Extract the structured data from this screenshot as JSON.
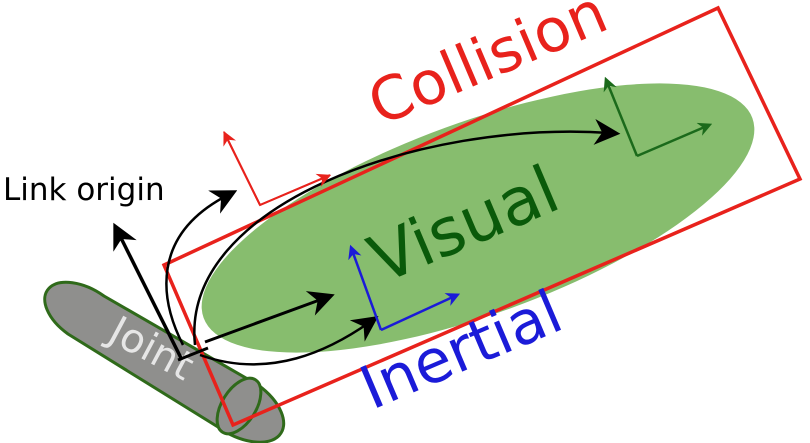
{
  "labels": {
    "collision": "Collision",
    "visual": "Visual",
    "inertial": "Inertial",
    "joint": "Joint",
    "link_origin": "Link origin"
  },
  "colors": {
    "collision": "#e8221c",
    "visual_fill": "#87bd6e",
    "visual_frame": "#1b6a1b",
    "visual_text": "#0a5a0a",
    "inertial": "#1b1bd8",
    "joint_fill": "#8f8f8d",
    "joint_outline": "#2f6a1a",
    "joint_text": "#e6e6e6",
    "arrow": "#000000",
    "background": "#ffffff"
  },
  "icons": {
    "frame": "coordinate-frame-icon",
    "arrow": "black-arrow-icon"
  }
}
